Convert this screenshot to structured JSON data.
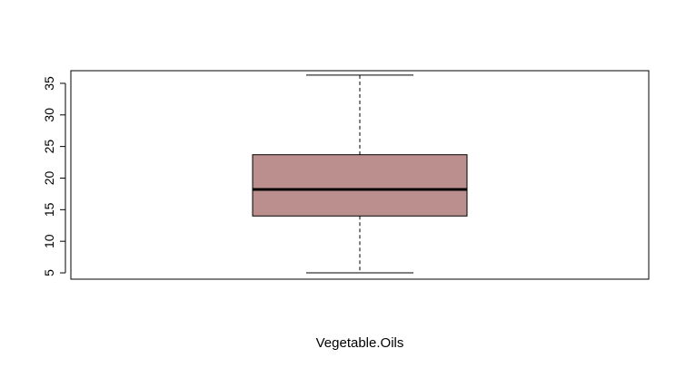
{
  "chart_data": {
    "type": "box",
    "title": "",
    "xlabel": "Vegetable.Oils",
    "ylabel": "",
    "ylim": [
      4,
      37
    ],
    "y_ticks": [
      5,
      10,
      15,
      20,
      25,
      30,
      35
    ],
    "y_tick_labels": [
      "5",
      "10",
      "15",
      "20",
      "25",
      "30",
      "35"
    ],
    "grid": false,
    "box": {
      "whisker_low": 5.0,
      "q1": 14.0,
      "median": 18.2,
      "q3": 23.7,
      "whisker_high": 36.3,
      "fill_color": "#bc8f8f"
    }
  }
}
